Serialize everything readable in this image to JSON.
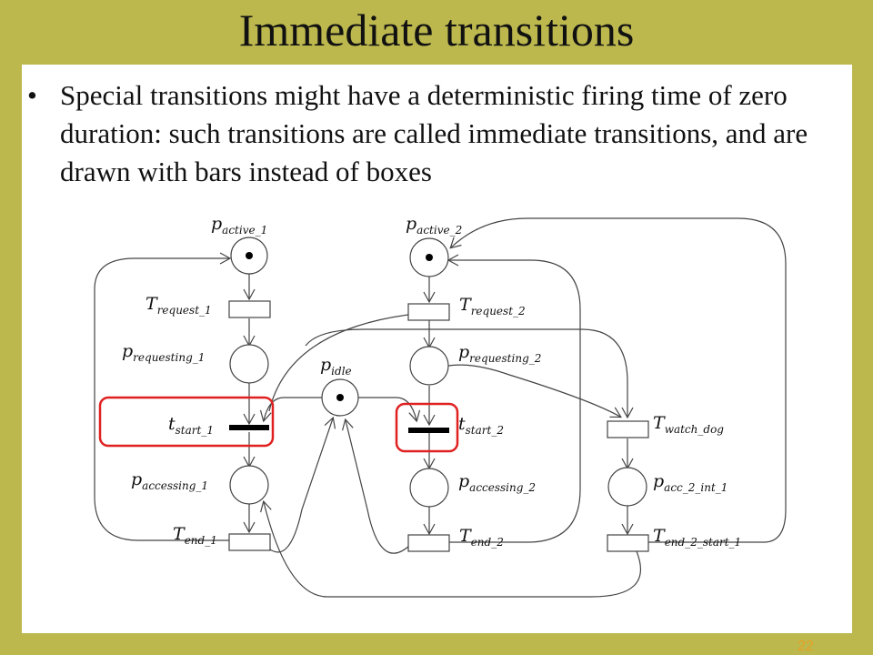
{
  "slide": {
    "title": "Immediate transitions",
    "bullet_symbol": "•",
    "bullet_text": "Special transitions might have a deterministic firing time of zero duration: such transitions are called immediate transitions, and are drawn with bars instead of boxes",
    "page_number": "22"
  },
  "diagram": {
    "labels": {
      "p_active_1": {
        "base": "p",
        "sub": "active_1"
      },
      "p_active_2": {
        "base": "p",
        "sub": "active_2"
      },
      "T_request_1": {
        "base": "T",
        "sub": "request_1"
      },
      "T_request_2": {
        "base": "T",
        "sub": "request_2"
      },
      "p_requesting_1": {
        "base": "p",
        "sub": "requesting_1"
      },
      "p_requesting_2": {
        "base": "p",
        "sub": "requesting_2"
      },
      "p_idle": {
        "base": "p",
        "sub": "idle"
      },
      "t_start_1": {
        "base": "t",
        "sub": "start_1"
      },
      "t_start_2": {
        "base": "t",
        "sub": "start_2"
      },
      "T_watch_dog": {
        "base": "T",
        "sub": "watch_dog"
      },
      "p_accessing_1": {
        "base": "p",
        "sub": "accessing_1"
      },
      "p_accessing_2": {
        "base": "p",
        "sub": "accessing_2"
      },
      "p_acc_2_int_1": {
        "base": "p",
        "sub": "acc_2_int_1"
      },
      "T_end_1": {
        "base": "T",
        "sub": "end_1"
      },
      "T_end_2": {
        "base": "T",
        "sub": "end_2"
      },
      "T_end_2_start_1": {
        "base": "T",
        "sub": "end_2_start_1"
      }
    },
    "colors": {
      "highlight": "#e02020",
      "stroke": "#444444",
      "token": "#000000"
    }
  }
}
